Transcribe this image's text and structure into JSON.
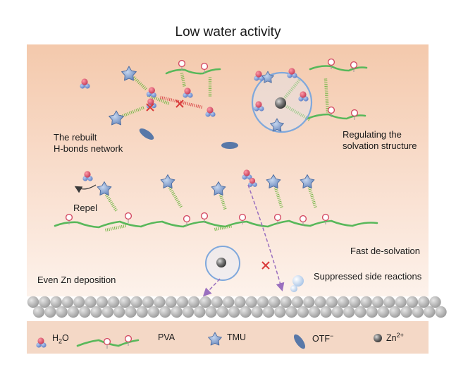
{
  "title": "Low water activity",
  "labels": {
    "rebuilt_1": "The rebuilt",
    "rebuilt_2": "H-bonds network",
    "regulating_1": "Regulating the",
    "regulating_2": "solvation structure",
    "repel": "Repel",
    "fast": "Fast de-solvation",
    "even": "Even Zn deposition",
    "suppressed": "Suppressed side reactions"
  },
  "legend": {
    "h2o_base": "H",
    "h2o_sub": "2",
    "h2o_tail": "O",
    "pva": "PVA",
    "tmu": "TMU",
    "otf_base": "OTF",
    "otf_sup": "−",
    "zn_base": "Zn",
    "zn_sup": "2+"
  },
  "colors": {
    "panel_top": "#f4c9ac",
    "panel_bottom": "#fdf1ea",
    "bottom_band": "#f3d5c2",
    "pva_chain": "#58b85a",
    "hbond": "#77b84a",
    "repel_bond": "#d94040",
    "tmu": "#6b8fc4",
    "otf": "#5878a8",
    "zn": "#606060",
    "water_o": "#d24a62",
    "water_h": "#6f8fcf",
    "zinc_atoms": "#b3b3b3",
    "path_arrow": "#9a6fbf"
  }
}
